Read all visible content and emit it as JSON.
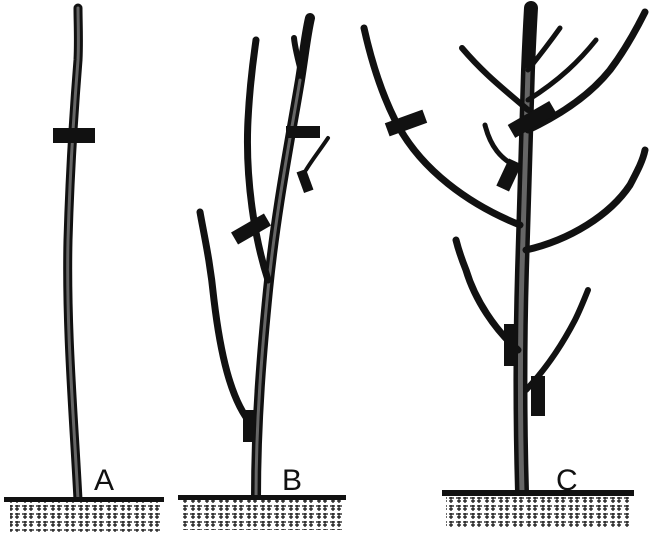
{
  "panels": [
    {
      "id": "a",
      "label": "A"
    },
    {
      "id": "b",
      "label": "B"
    },
    {
      "id": "c",
      "label": "C"
    }
  ],
  "colors": {
    "ink": "#1a1a1a",
    "paper": "#ffffff"
  }
}
